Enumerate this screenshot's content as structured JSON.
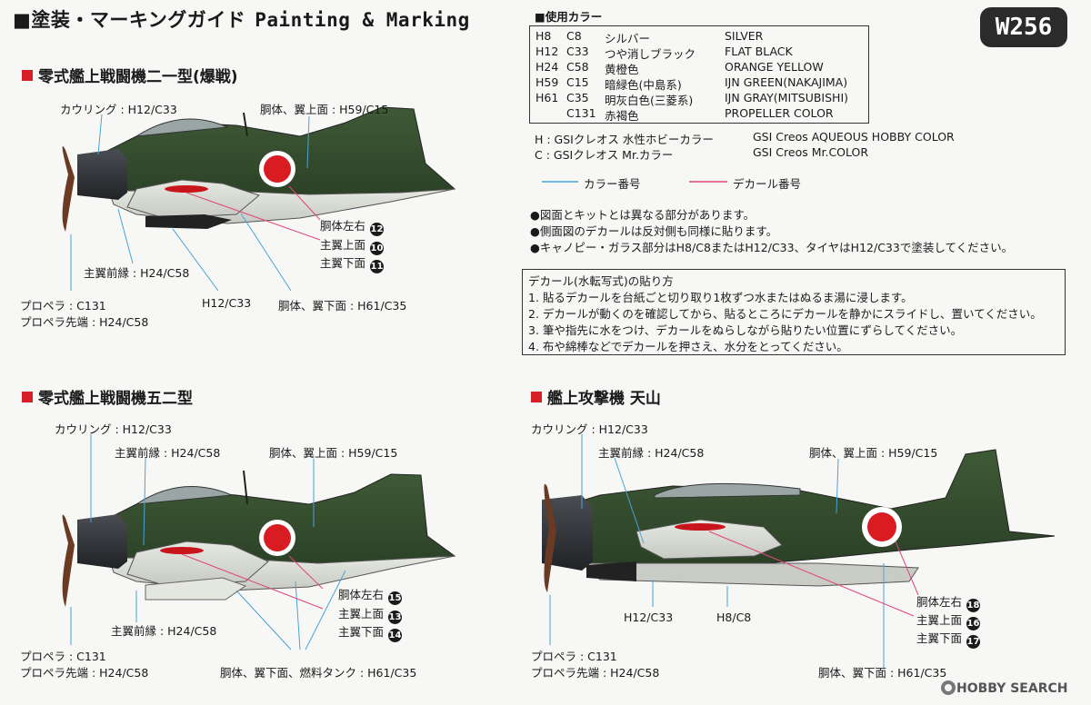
{
  "header": {
    "title_jp": "■塗装・マーキングガイド",
    "title_en": "Painting & Marking",
    "code": "W256"
  },
  "colors": {
    "title": "■使用カラー",
    "rows": [
      {
        "h": "H8",
        "c": "C8",
        "jp": "シルバー",
        "en": "SILVER"
      },
      {
        "h": "H12",
        "c": "C33",
        "jp": "つや消しブラック",
        "en": "FLAT BLACK"
      },
      {
        "h": "H24",
        "c": "C58",
        "jp": "黄橙色",
        "en": "ORANGE YELLOW"
      },
      {
        "h": "H59",
        "c": "C15",
        "jp": "暗緑色(中島系)",
        "en": "IJN GREEN(NAKAJIMA)"
      },
      {
        "h": "H61",
        "c": "C35",
        "jp": "明灰白色(三菱系)",
        "en": "IJN GRAY(MITSUBISHI)"
      },
      {
        "h": "",
        "c": "C131",
        "jp": "赤褐色",
        "en": "PROPELLER COLOR"
      }
    ],
    "brand_h_jp": "H : GSIクレオス 水性ホビーカラー",
    "brand_h_en": "GSI Creos AQUEOUS HOBBY COLOR",
    "brand_c_jp": "C : GSIクレオス Mr.カラー",
    "brand_c_en": "GSI Creos Mr.COLOR",
    "legend_color": "カラー番号",
    "legend_decal": "デカール番号",
    "line_blue": "#4aa3d8",
    "line_pink": "#e0457b"
  },
  "notes": [
    "●図面とキットとは異なる部分があります。",
    "●側面図のデカールは反対側も同様に貼ります。",
    "●キャノピー・ガラス部分はH8/C8またはH12/C33、タイヤはH12/C33で塗装してください。"
  ],
  "decal_box": {
    "title": "デカール(水転写式)の貼り方",
    "steps": [
      "1. 貼るデカールを台紙ごと切り取り1枚ずつ水またはぬるま湯に浸します。",
      "2. デカールが動くのを確認してから、貼るところにデカールを静かにスライドし、置いてください。",
      "3. 筆や指先に水をつけ、デカールをぬらしながら貼りたい位置にずらしてください。",
      "4. 布や綿棒などでデカールを押さえ、水分をとってください。"
    ]
  },
  "plane1": {
    "title": "零式艦上戦闘機二一型(爆戦)",
    "cowling": "カウリング : H12/C33",
    "upper": "胴体、翼上面 : H59/C15",
    "d_fuselage": "胴体左右",
    "n_fuselage": "12",
    "d_upper": "主翼上面",
    "n_upper": "10",
    "d_lower": "主翼下面",
    "n_lower": "11",
    "leading": "主翼前縁 : H24/C58",
    "bomb": "H12/C33",
    "lower": "胴体、翼下面 : H61/C35",
    "prop": "プロペラ : C131",
    "prop_tip": "プロペラ先端 : H24/C58"
  },
  "plane2": {
    "title": "零式艦上戦闘機五二型",
    "cowling": "カウリング : H12/C33",
    "leading_top": "主翼前縁 : H24/C58",
    "upper": "胴体、翼上面 : H59/C15",
    "d_fuselage": "胴体左右",
    "n_fuselage": "15",
    "d_upper": "主翼上面",
    "n_upper": "13",
    "d_lower": "主翼下面",
    "n_lower": "14",
    "leading": "主翼前縁 : H24/C58",
    "lower": "胴体、翼下面、燃料タンク : H61/C35",
    "prop": "プロペラ : C131",
    "prop_tip": "プロペラ先端 : H24/C58"
  },
  "plane3": {
    "title": "艦上攻撃機 天山",
    "cowling": "カウリング : H12/C33",
    "leading": "主翼前縁 : H24/C58",
    "upper": "胴体、翼上面 : H59/C15",
    "torpedo_black": "H12/C33",
    "torpedo_silver": "H8/C8",
    "d_fuselage": "胴体左右",
    "n_fuselage": "18",
    "d_upper": "主翼上面",
    "n_upper": "16",
    "d_lower": "主翼下面",
    "n_lower": "17",
    "prop": "プロペラ : C131",
    "prop_tip": "プロペラ先端 : H24/C58",
    "lower": "胴体、翼下面 : H61/C35"
  },
  "watermark": "HOBBY SEARCH",
  "icon": "hobby-search-logo-icon"
}
